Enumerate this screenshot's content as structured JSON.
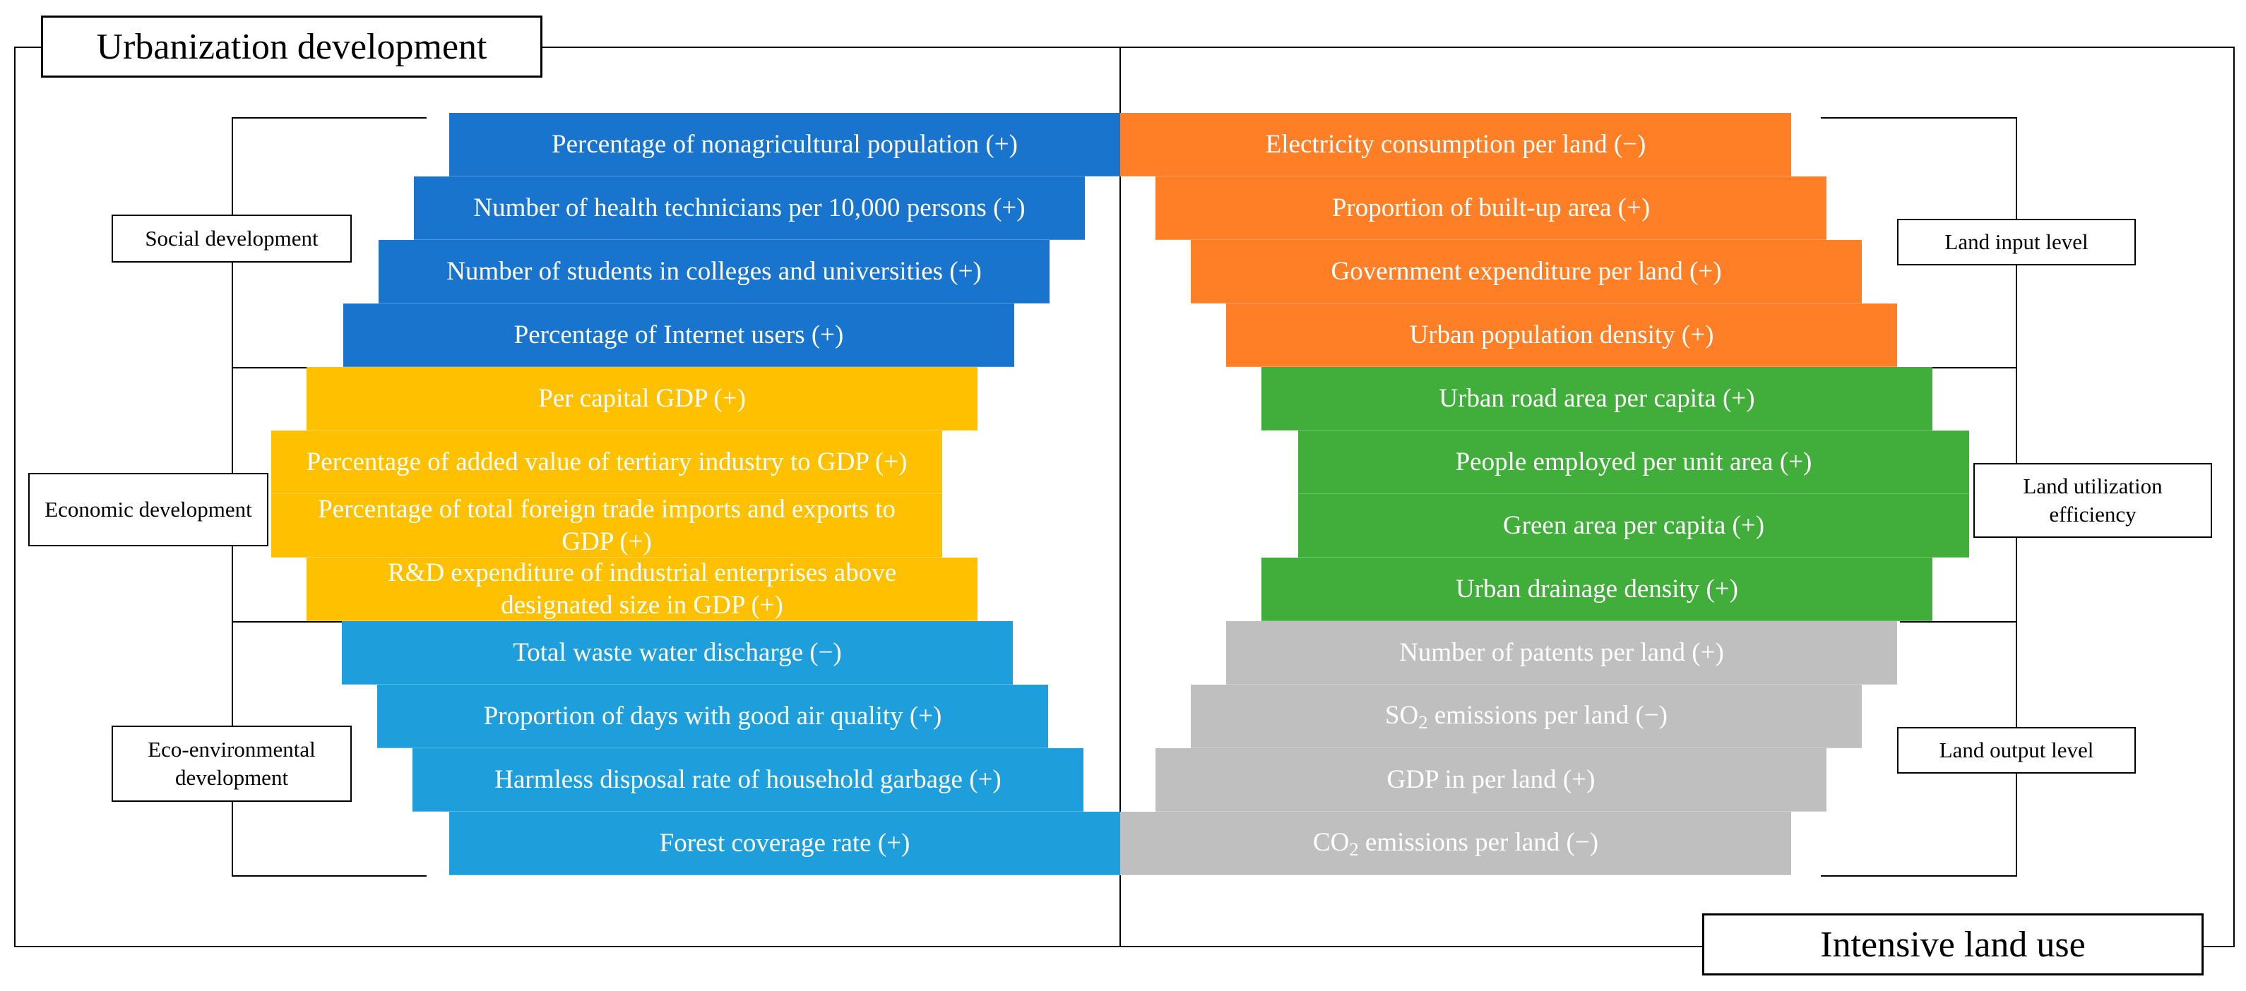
{
  "titles": {
    "left": "Urbanization development",
    "right": "Intensive land use"
  },
  "colors": {
    "social": "#1874CD",
    "economic": "#FFC000",
    "eco": "#1E9FDC",
    "land_input": "#FF7F27",
    "land_efficiency": "#41AD3A",
    "land_output": "#BFBFBF"
  },
  "left_categories": [
    {
      "label": "Social development"
    },
    {
      "label": "Economic development"
    },
    {
      "label": "Eco-environmental development"
    }
  ],
  "right_categories": [
    {
      "label": "Land input level"
    },
    {
      "label": "Land utilization efficiency"
    },
    {
      "label": "Land output level"
    }
  ],
  "left_indicators": [
    {
      "text": "Percentage of nonagricultural population (+)",
      "group": "social"
    },
    {
      "text": "Number of health technicians per 10,000 persons (+)",
      "group": "social"
    },
    {
      "text": "Number of students in colleges and universities (+)",
      "group": "social"
    },
    {
      "text": "Percentage of Internet users (+)",
      "group": "social"
    },
    {
      "text": "Per capital GDP (+)",
      "group": "economic"
    },
    {
      "text": "Percentage of added value of tertiary industry to GDP (+)",
      "group": "economic"
    },
    {
      "text": "Percentage of total foreign trade imports and exports to GDP (+)",
      "group": "economic"
    },
    {
      "text": "R&D expenditure of industrial enterprises above designated size in GDP (+)",
      "group": "economic"
    },
    {
      "text": "Total waste water discharge (−)",
      "group": "eco"
    },
    {
      "text": "Proportion of days with good air quality (+)",
      "group": "eco"
    },
    {
      "text": "Harmless disposal rate of household garbage (+)",
      "group": "eco"
    },
    {
      "text": "Forest coverage rate (+)",
      "group": "eco"
    }
  ],
  "right_indicators": [
    {
      "text": "Electricity consumption per land (−)",
      "group": "land_input"
    },
    {
      "text": "Proportion of built-up area (+)",
      "group": "land_input"
    },
    {
      "text": "Government expenditure per land (+)",
      "group": "land_input"
    },
    {
      "text": "Urban population density (+)",
      "group": "land_input"
    },
    {
      "text": "Urban road area per capita (+)",
      "group": "land_efficiency"
    },
    {
      "text": "People employed per unit area (+)",
      "group": "land_efficiency"
    },
    {
      "text": "Green area per capita (+)",
      "group": "land_efficiency"
    },
    {
      "text": "Urban drainage density (+)",
      "group": "land_efficiency"
    },
    {
      "text": "Number of patents per land (+)",
      "group": "land_output"
    },
    {
      "pre": "SO",
      "subscript": "2",
      "post": " emissions per land (−)",
      "group": "land_output"
    },
    {
      "text": "GDP in per land (+)",
      "group": "land_output"
    },
    {
      "pre": "CO",
      "subscript": "2",
      "post": " emissions per land (−)",
      "group": "land_output"
    }
  ]
}
